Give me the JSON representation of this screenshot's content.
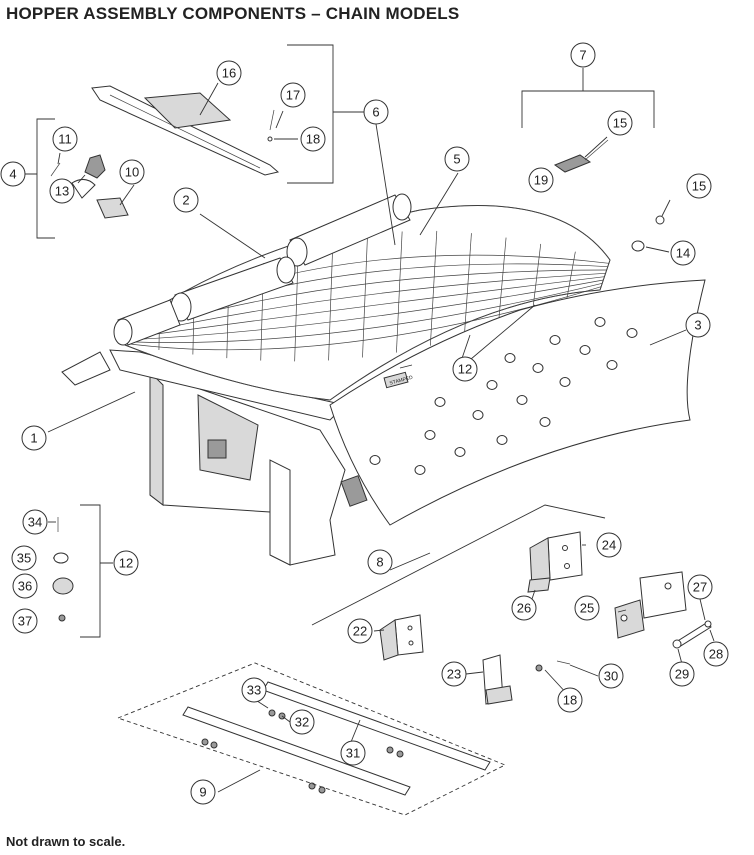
{
  "title": "HOPPER ASSEMBLY COMPONENTS – CHAIN MODELS",
  "note": "Not drawn to scale.",
  "badge_text": "STAMPED",
  "callouts": [
    {
      "id": "16",
      "label": "16"
    },
    {
      "id": "17",
      "label": "17"
    },
    {
      "id": "18a",
      "label": "18"
    },
    {
      "id": "6",
      "label": "6"
    },
    {
      "id": "7",
      "label": "7"
    },
    {
      "id": "15a",
      "label": "15"
    },
    {
      "id": "19",
      "label": "19"
    },
    {
      "id": "15b",
      "label": "15"
    },
    {
      "id": "14",
      "label": "14"
    },
    {
      "id": "4",
      "label": "4"
    },
    {
      "id": "11",
      "label": "11"
    },
    {
      "id": "10",
      "label": "10"
    },
    {
      "id": "13",
      "label": "13"
    },
    {
      "id": "2",
      "label": "2"
    },
    {
      "id": "5",
      "label": "5"
    },
    {
      "id": "3",
      "label": "3"
    },
    {
      "id": "12a",
      "label": "12"
    },
    {
      "id": "1",
      "label": "1"
    },
    {
      "id": "34",
      "label": "34"
    },
    {
      "id": "35",
      "label": "35"
    },
    {
      "id": "36",
      "label": "36"
    },
    {
      "id": "37",
      "label": "37"
    },
    {
      "id": "12b",
      "label": "12"
    },
    {
      "id": "8",
      "label": "8"
    },
    {
      "id": "24",
      "label": "24"
    },
    {
      "id": "26",
      "label": "26"
    },
    {
      "id": "27",
      "label": "27"
    },
    {
      "id": "25",
      "label": "25"
    },
    {
      "id": "22",
      "label": "22"
    },
    {
      "id": "28",
      "label": "28"
    },
    {
      "id": "29",
      "label": "29"
    },
    {
      "id": "23",
      "label": "23"
    },
    {
      "id": "30",
      "label": "30"
    },
    {
      "id": "18b",
      "label": "18"
    },
    {
      "id": "33",
      "label": "33"
    },
    {
      "id": "32",
      "label": "32"
    },
    {
      "id": "31",
      "label": "31"
    },
    {
      "id": "9",
      "label": "9"
    }
  ]
}
